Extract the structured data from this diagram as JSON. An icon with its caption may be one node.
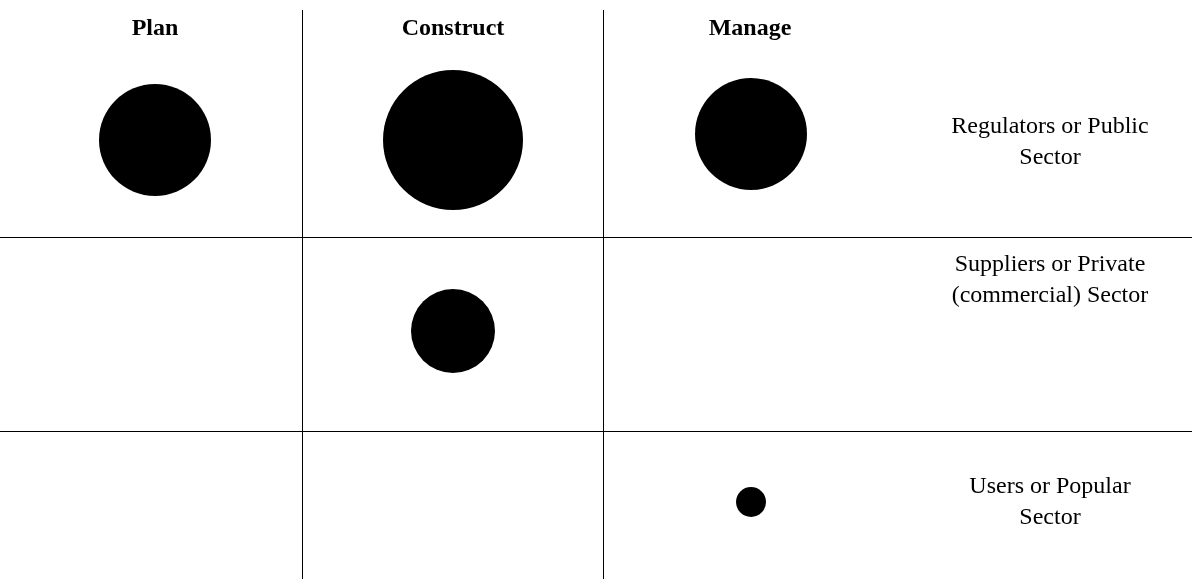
{
  "diagram": {
    "nodes": [
      {
        "text": [],
        "shape": "circle"
      },
      {
        "text": [],
        "shape": "circle"
      },
      {
        "text": [],
        "shape": "circle"
      },
      {
        "text": [],
        "shape": "circle"
      },
      {
        "text": [],
        "shape": "circle"
      }
    ],
    "labels": [
      "Plan",
      "Construct",
      "Manage",
      "Regulators or Public Sector",
      "Suppliers or Private (commercial) Sector",
      "Users or Popular Sector"
    ]
  }
}
